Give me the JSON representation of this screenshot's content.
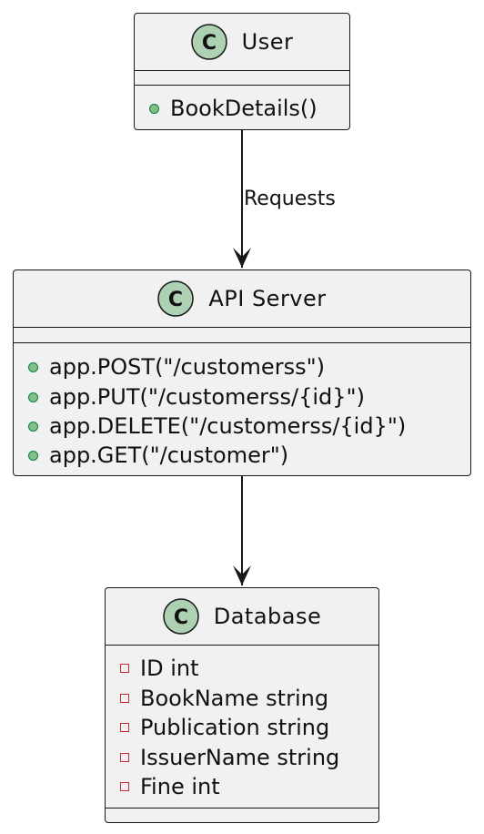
{
  "classes": {
    "user": {
      "name": "User",
      "stereotype_letter": "C",
      "fields": [],
      "methods": [
        {
          "visibility": "public",
          "text": "BookDetails()"
        }
      ]
    },
    "api_server": {
      "name": "API Server",
      "stereotype_letter": "C",
      "fields": [],
      "methods": [
        {
          "visibility": "public",
          "text": "app.POST(\"/customerss\")"
        },
        {
          "visibility": "public",
          "text": "app.PUT(\"/customerss/{id}\")"
        },
        {
          "visibility": "public",
          "text": "app.DELETE(\"/customerss/{id}\")"
        },
        {
          "visibility": "public",
          "text": "app.GET(\"/customer\")"
        }
      ]
    },
    "database": {
      "name": "Database",
      "stereotype_letter": "C",
      "fields": [
        {
          "visibility": "private",
          "text": "ID int"
        },
        {
          "visibility": "private",
          "text": "BookName string"
        },
        {
          "visibility": "private",
          "text": "Publication string"
        },
        {
          "visibility": "private",
          "text": "IssuerName string"
        },
        {
          "visibility": "private",
          "text": "Fine int"
        }
      ],
      "methods": []
    }
  },
  "relations": [
    {
      "from": "User",
      "to": "API Server",
      "label": "Requests"
    },
    {
      "from": "API Server",
      "to": "Database",
      "label": ""
    }
  ],
  "colors": {
    "class_fill": "#f1f1f1",
    "border": "#181818",
    "stereotype_circle": "#add1b2",
    "public_fill": "#84be84",
    "public_stroke": "#038048",
    "private_stroke": "#c82930"
  },
  "icons": {
    "stereotype": "class-c-icon",
    "public": "public-visibility-icon",
    "private": "private-visibility-icon"
  }
}
